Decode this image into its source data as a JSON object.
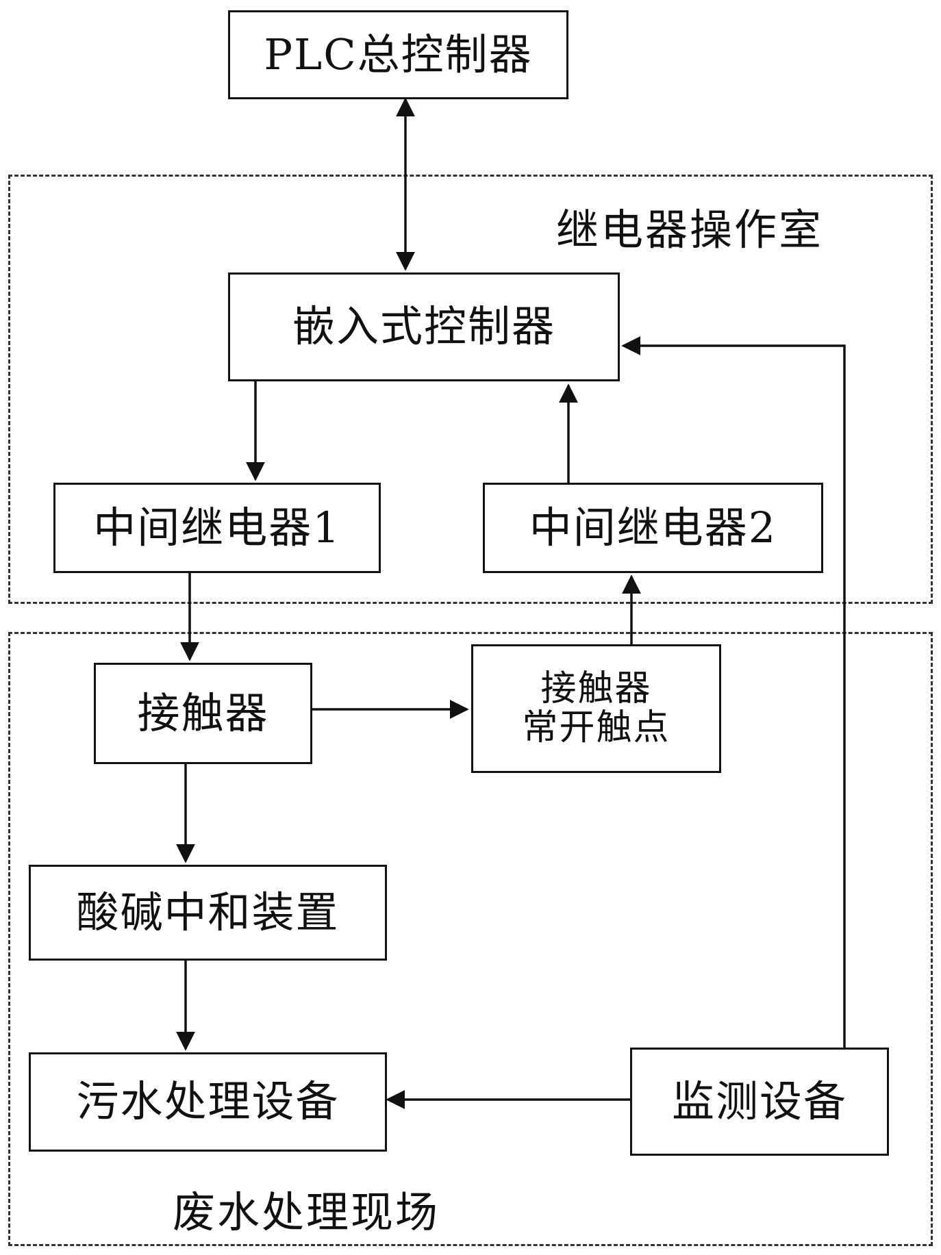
{
  "regions": {
    "relay_room": {
      "label": "继电器操作室"
    },
    "wastewater_site": {
      "label": "废水处理现场"
    }
  },
  "nodes": {
    "plc": "PLC总控制器",
    "embedded": "嵌入式控制器",
    "relay1": "中间继电器1",
    "relay2": "中间继电器2",
    "contactor": "接触器",
    "contact_line1": "接触器",
    "contact_line2": "常开触点",
    "neutralizer": "酸碱中和装置",
    "sewage": "污水处理设备",
    "monitor": "监测设备"
  },
  "edges": [
    {
      "from": "plc",
      "to": "embedded",
      "direction": "both"
    },
    {
      "from": "embedded",
      "to": "relay1"
    },
    {
      "from": "relay2",
      "to": "embedded"
    },
    {
      "from": "relay1",
      "to": "contactor"
    },
    {
      "from": "contactor",
      "to": "contact"
    },
    {
      "from": "contact",
      "to": "relay2"
    },
    {
      "from": "contactor",
      "to": "neutralizer"
    },
    {
      "from": "neutralizer",
      "to": "sewage"
    },
    {
      "from": "monitor",
      "to": "sewage"
    },
    {
      "from": "monitor",
      "to": "embedded"
    }
  ],
  "colors": {
    "stroke": "#111111",
    "region_border": "#333333",
    "background": "#ffffff"
  }
}
